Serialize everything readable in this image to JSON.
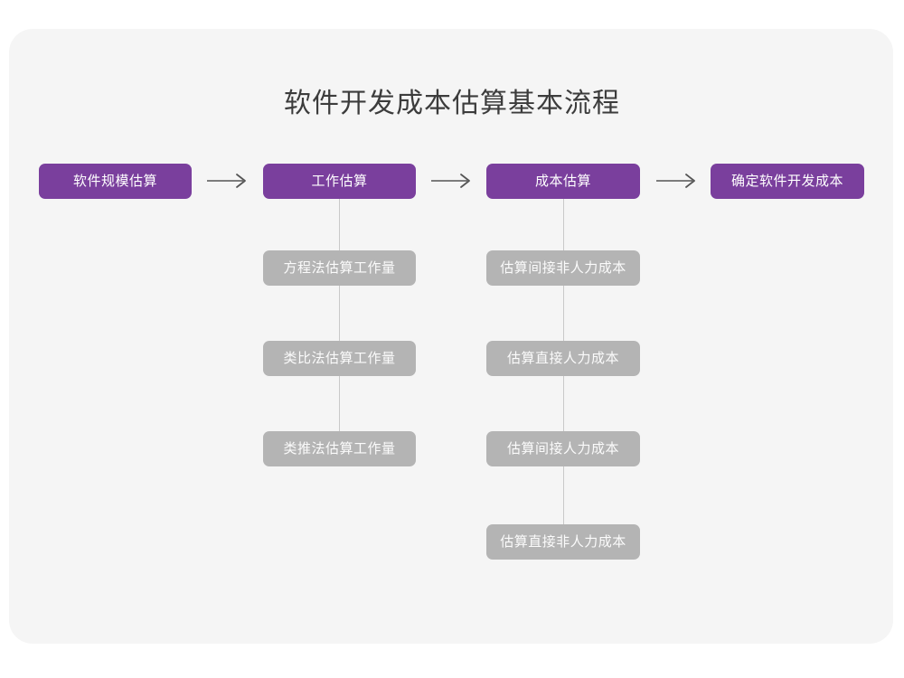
{
  "page": {
    "title": "软件开发成本估算基本流程",
    "background_color": "#ffffff",
    "card_color": "#f5f5f5",
    "accent_color": "#7a3f9d",
    "secondary_color": "#b4b4b4",
    "connector_color": "#c9c9c9",
    "arrow_color": "#555555",
    "title_color": "#3c3c3c"
  },
  "flow": {
    "stages": [
      {
        "label": "软件规模估算"
      },
      {
        "label": "工作估算"
      },
      {
        "label": "成本估算"
      },
      {
        "label": "确定软件开发成本"
      }
    ],
    "arrows": [
      {
        "name": "arrow-1",
        "glyph": "→"
      },
      {
        "name": "arrow-2",
        "glyph": "→"
      },
      {
        "name": "arrow-3",
        "glyph": "→"
      }
    ],
    "substeps_stage2": [
      {
        "label": "方程法估算工作量"
      },
      {
        "label": "类比法估算工作量"
      },
      {
        "label": "类推法估算工作量"
      }
    ],
    "substeps_stage3": [
      {
        "label": "估算间接非人力成本"
      },
      {
        "label": "估算直接人力成本"
      },
      {
        "label": "估算间接人力成本"
      },
      {
        "label": "估算直接非人力成本"
      }
    ]
  }
}
